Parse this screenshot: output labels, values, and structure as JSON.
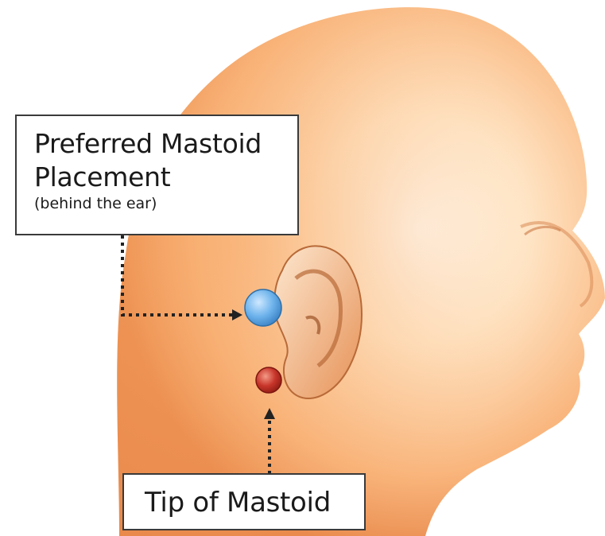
{
  "labels": {
    "preferred": {
      "line1": "Preferred Mastoid",
      "line2": "Placement",
      "note": "(behind the ear)"
    },
    "tip": {
      "text": "Tip of Mastoid"
    }
  },
  "colors": {
    "preferred_marker": "#6fb4ec",
    "tip_marker": "#c8352a",
    "skin": "#f6b07a",
    "box_border": "#3a3a3a",
    "arrow": "#222222"
  }
}
